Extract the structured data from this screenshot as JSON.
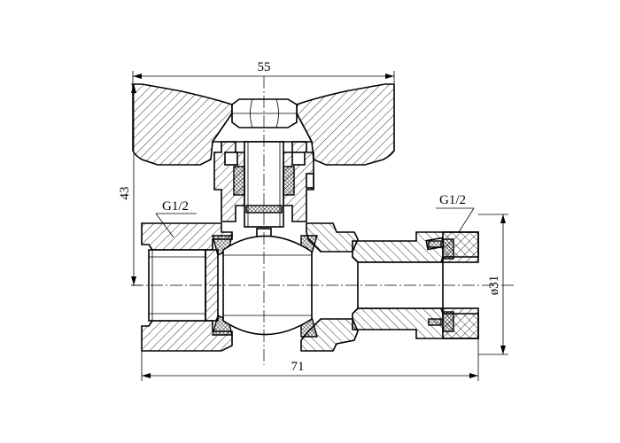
{
  "dimensions": {
    "top_width": "55",
    "bottom_length": "71",
    "height_left": "43",
    "diameter_right": "ø31"
  },
  "thread_labels": {
    "left": "G1/2",
    "right": "G1/2"
  },
  "colors": {
    "line": "#000000",
    "background": "#ffffff"
  }
}
